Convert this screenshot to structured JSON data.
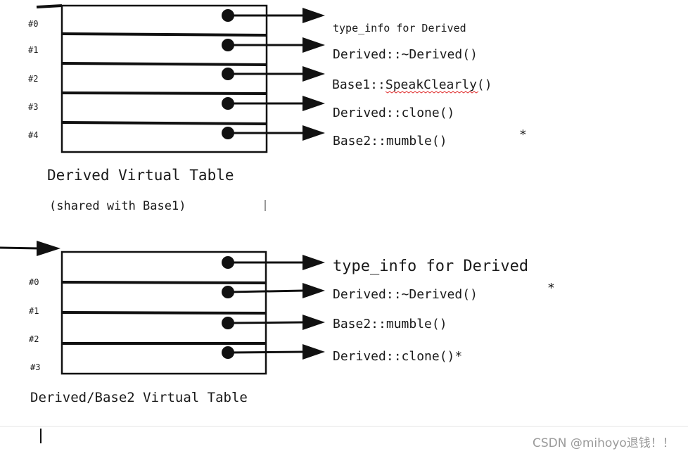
{
  "table1": {
    "slots": [
      "#0",
      "#1",
      "#2",
      "#3",
      "#4"
    ],
    "entries": [
      "type_info for Derived",
      "Derived::~Derived()",
      "Base1::SpeakClearly()",
      "Derived::clone()",
      "Base2::mumble()"
    ],
    "caption": "Derived Virtual Table",
    "subcaption": "(shared with Base1)"
  },
  "table2": {
    "slots": [
      "#0",
      "#1",
      "#2",
      "#3"
    ],
    "entries": [
      "type_info for Derived",
      "Derived::~Derived()",
      "Base2::mumble()",
      "Derived::clone()*"
    ],
    "caption": "Derived/Base2 Virtual Table"
  },
  "marks": {
    "star1": "*",
    "star2": "*"
  },
  "watermark": "CSDN @mihoyo退钱！！"
}
